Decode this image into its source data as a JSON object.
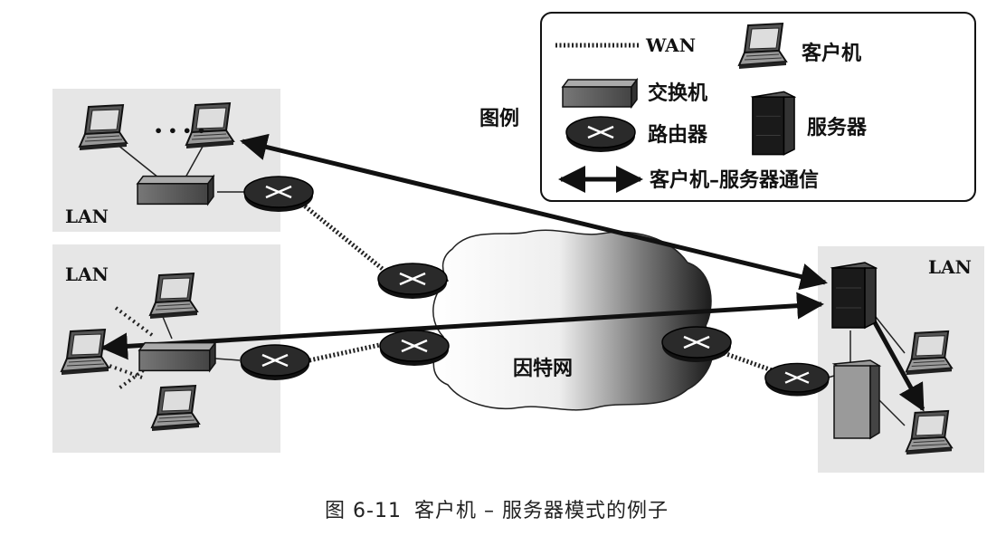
{
  "legend": {
    "title": "图例",
    "wan_label": "WAN",
    "switch_label": "交换机",
    "router_label": "路由器",
    "client_label": "客户机",
    "server_label": "服务器",
    "comm_label": "客户机–服务器通信"
  },
  "lans": {
    "top_left": "LAN",
    "bottom_left": "LAN",
    "right": "LAN"
  },
  "internet_label": "因特网",
  "ellipsis": "• • • •",
  "caption": {
    "figure_number": "图 6-11",
    "text": "客户机 – 服务器模式的例子"
  }
}
